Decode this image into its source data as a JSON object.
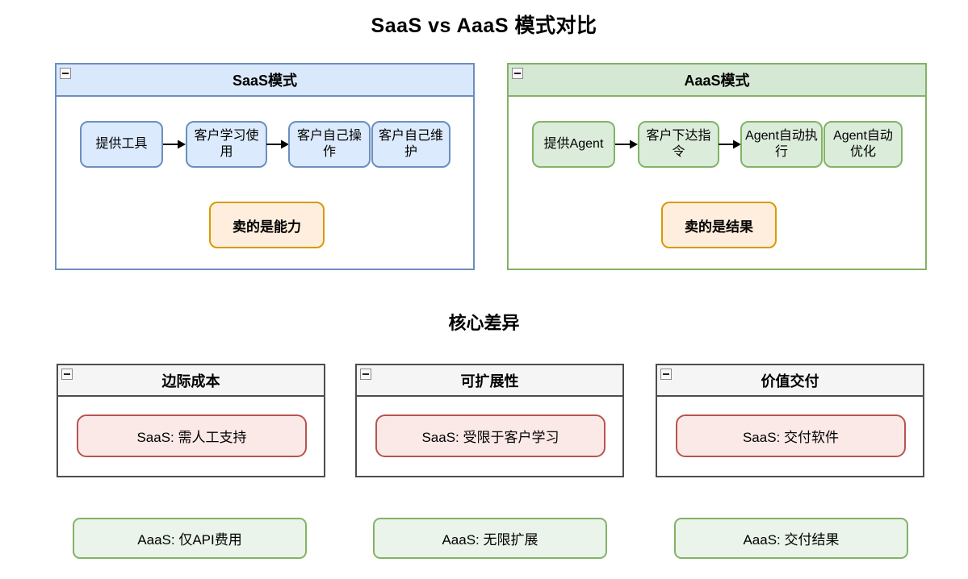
{
  "title": "SaaS vs AaaS 模式对比",
  "section_heading": "核心差异",
  "colors": {
    "saas_fill": "#dae8fc",
    "saas_stroke": "#6c8ebf",
    "aaas_fill": "#d5e8d4",
    "aaas_stroke": "#82b366",
    "highlight_fill": "#ffeedd",
    "highlight_stroke": "#d79b00",
    "saas_item_fill": "#fbe9e7",
    "saas_item_stroke": "#b85450",
    "diff_header_fill": "#f5f5f5",
    "diff_stroke": "#4d4d4d"
  },
  "saas_panel": {
    "title": "SaaS模式",
    "flow": [
      "提供工具",
      "客户学习使用",
      "客户自己操作",
      "客户自己维护"
    ],
    "highlight": "卖的是能力"
  },
  "aaas_panel": {
    "title": "AaaS模式",
    "flow": [
      "提供Agent",
      "客户下达指令",
      "Agent自动执行",
      "Agent自动优化"
    ],
    "highlight": "卖的是结果"
  },
  "diff_panels": [
    {
      "title": "边际成本",
      "saas_item": "SaaS: 需人工支持",
      "aaas_item": "AaaS: 仅API费用"
    },
    {
      "title": "可扩展性",
      "saas_item": "SaaS: 受限于客户学习",
      "aaas_item": "AaaS: 无限扩展"
    },
    {
      "title": "价值交付",
      "saas_item": "SaaS: 交付软件",
      "aaas_item": "AaaS: 交付结果"
    }
  ]
}
